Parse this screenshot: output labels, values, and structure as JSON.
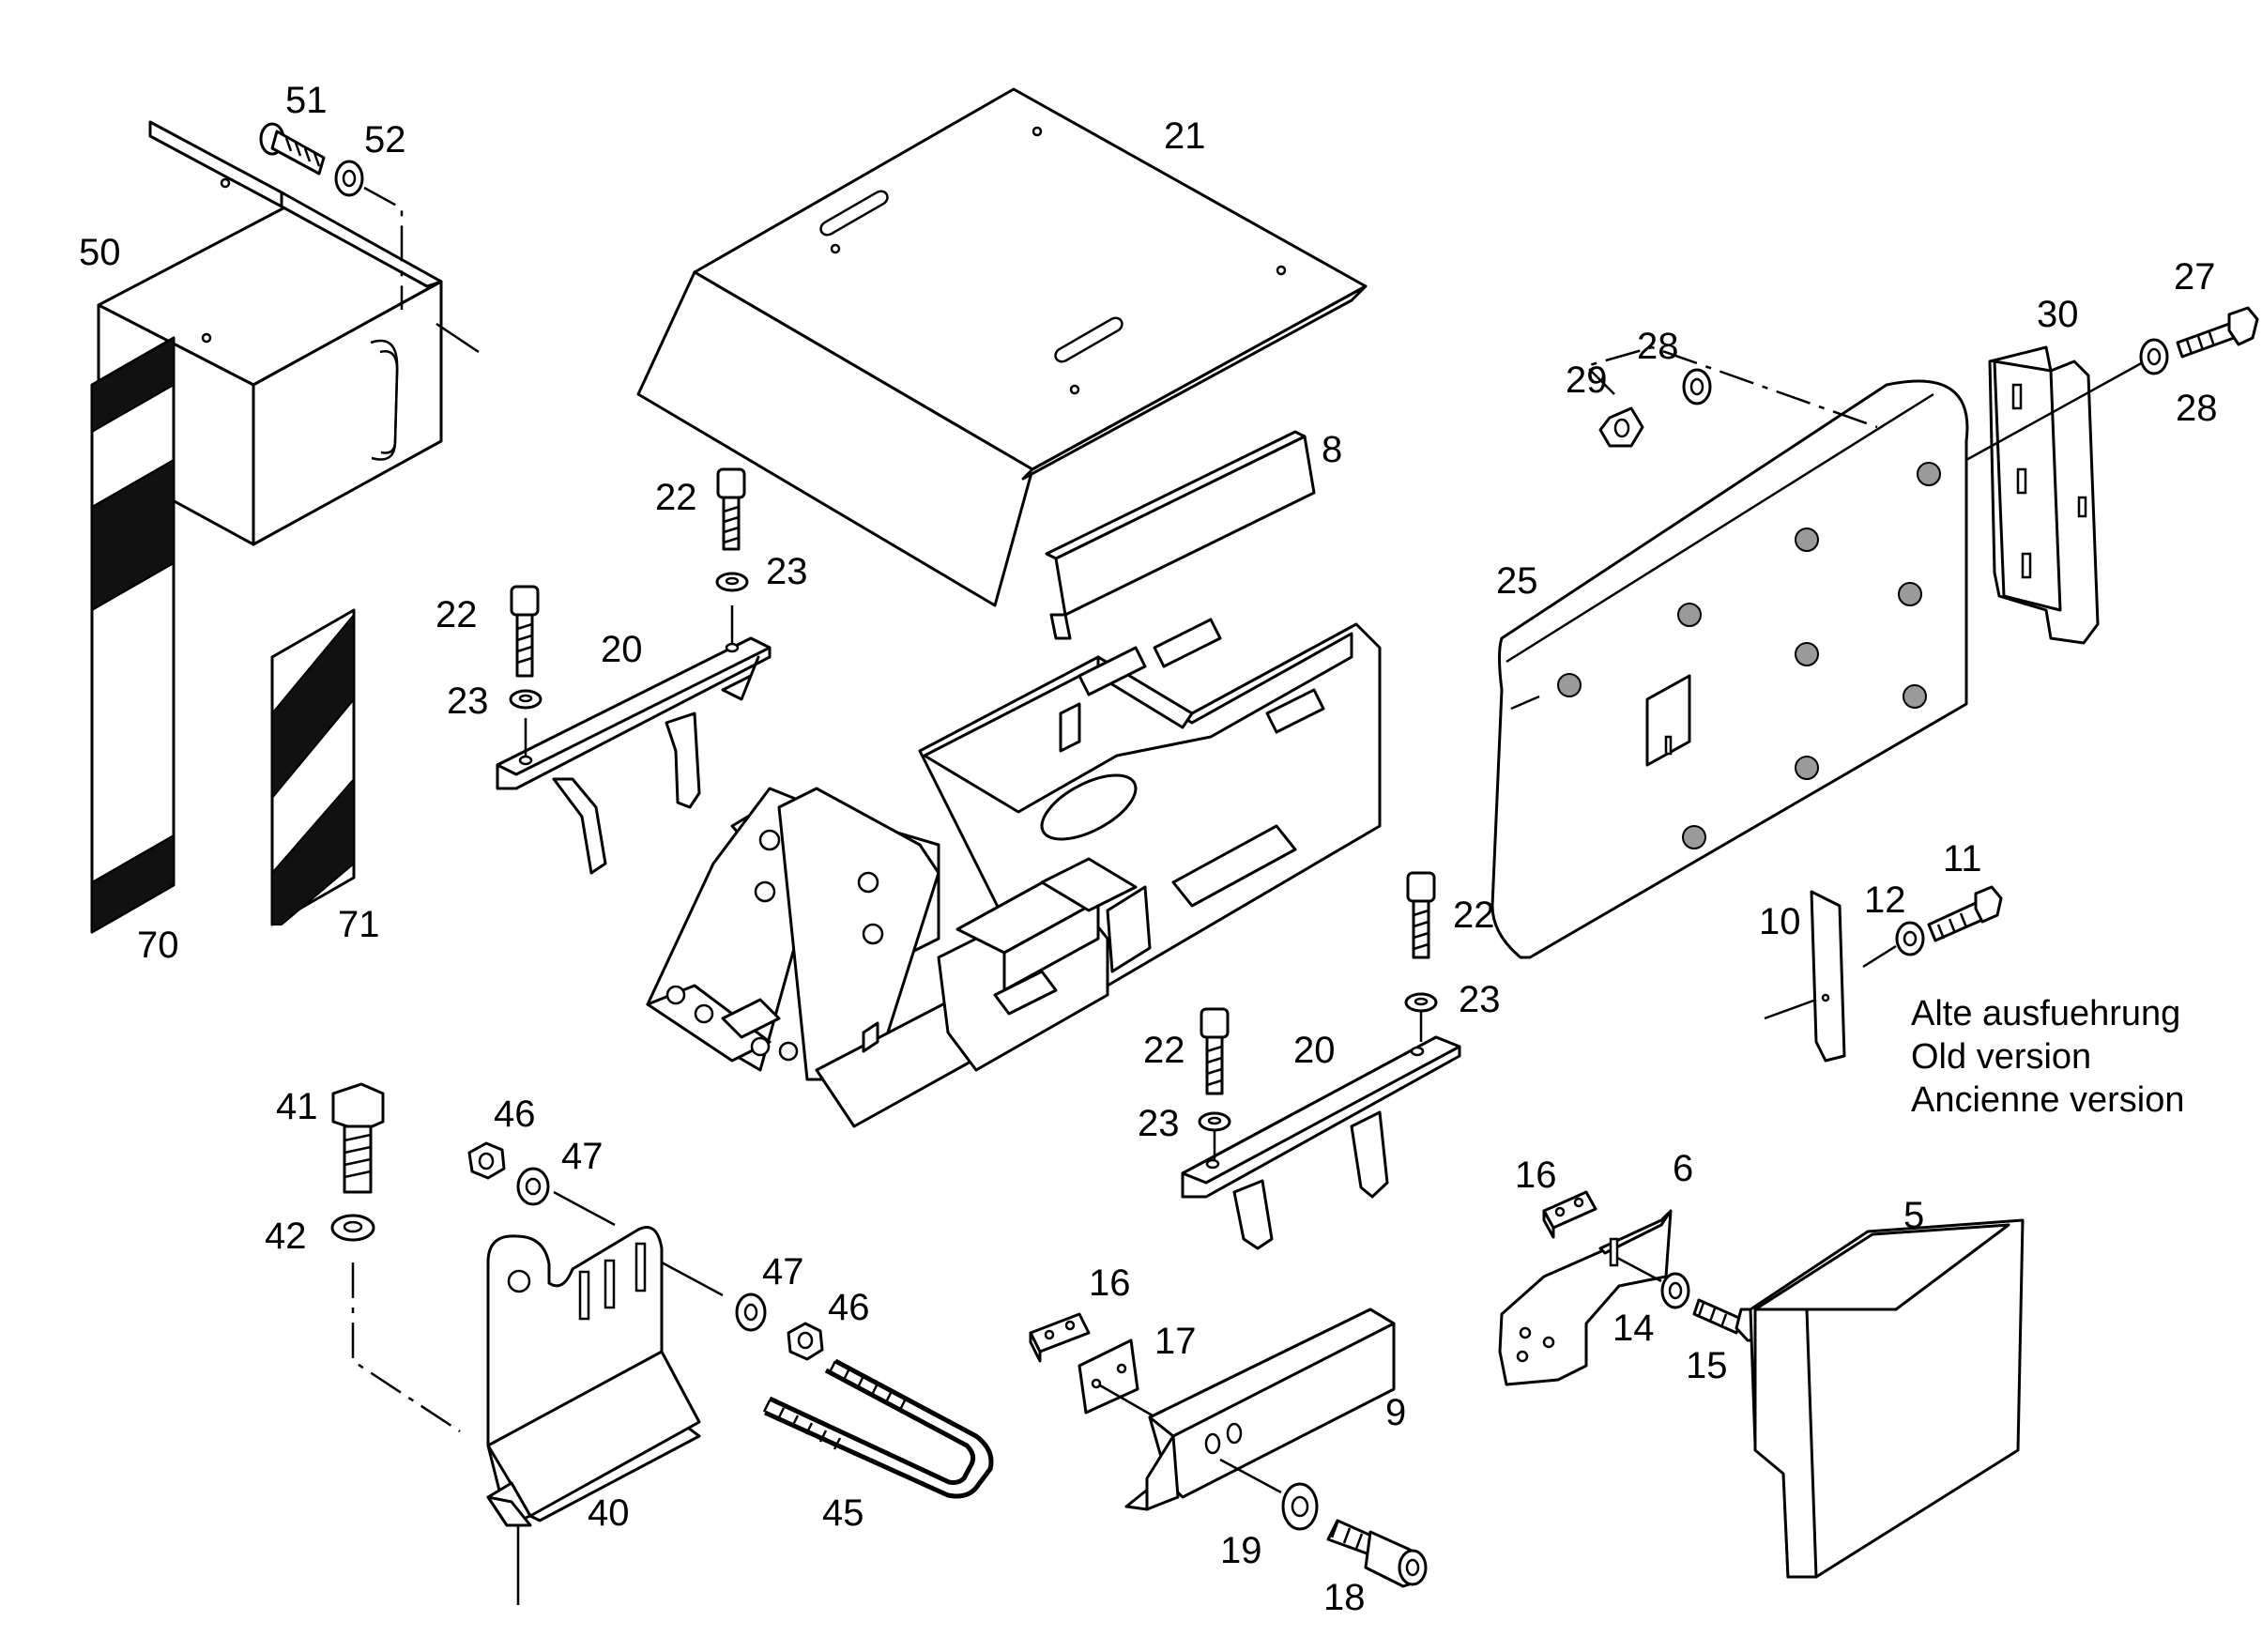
{
  "labels": {
    "p51": "51",
    "p52": "52",
    "p50": "50",
    "p21": "21",
    "p8": "8",
    "p22a": "22",
    "p23a": "23",
    "p22b": "22",
    "p20a": "20",
    "p23b": "23",
    "p70": "70",
    "p71": "71",
    "p29": "29",
    "p28a": "28",
    "p30": "30",
    "p27": "27",
    "p28b": "28",
    "p25": "25",
    "p11": "11",
    "p12": "12",
    "p10": "10",
    "p22c": "22",
    "p23c": "23",
    "p22d": "22",
    "p20b": "20",
    "p23d": "23",
    "p41": "41",
    "p46a": "46",
    "p47a": "47",
    "p42": "42",
    "p47b": "47",
    "p46b": "46",
    "p40": "40",
    "p45": "45",
    "p16a": "16",
    "p17": "17",
    "p9": "9",
    "p19": "19",
    "p18": "18",
    "p16b": "16",
    "p6": "6",
    "p14": "14",
    "p15": "15",
    "p5": "5"
  },
  "note": {
    "line1": "Alte ausfuehrung",
    "line2": "Old version",
    "line3": "Ancienne version"
  }
}
